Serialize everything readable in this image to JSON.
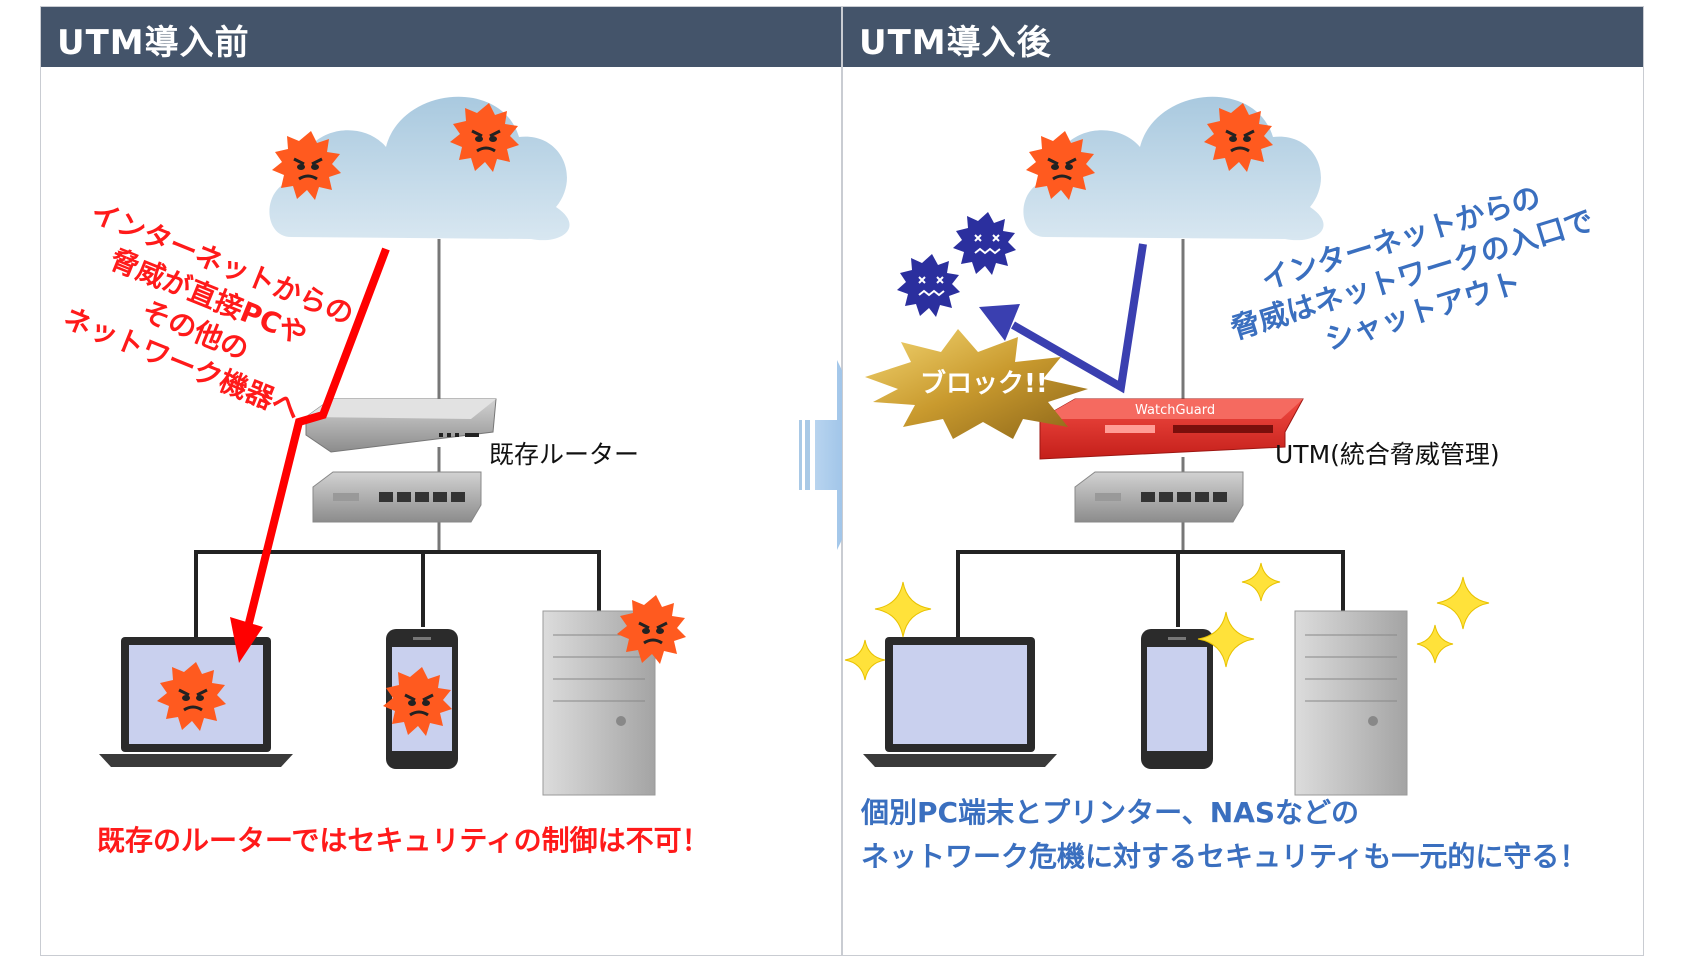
{
  "panels": {
    "before": {
      "title": "UTM導入前"
    },
    "after": {
      "title": "UTM導入後"
    }
  },
  "labels": {
    "router": "既存ルーター",
    "utm": "UTM(統合脅威管理)",
    "block": "ブロック!!"
  },
  "annotations": {
    "threat_direct_lines": [
      "インターネットからの",
      "脅威が直接PCや",
      "その他の",
      "ネットワーク機器へ"
    ],
    "shutout_lines": [
      "インターネットからの",
      "脅威はネットワークの入口で",
      "シャットアウト"
    ]
  },
  "captions": {
    "before": "既存のルーターではセキュリティの制御は不可！",
    "after_lines": [
      "個別PC端末とプリンター、NASなどの",
      "ネットワーク危機に対するセキュリティも一元的に守る！"
    ]
  },
  "colors": {
    "header": "#44546a",
    "threat_arrow": "#ff0000",
    "block_arrow": "#3a3fb0",
    "virus": "#ff5a1f",
    "blocked_virus": "#2b2f9e",
    "cloud": "#b8d4e6",
    "utm_device": "#e8342e",
    "sparkle": "#ffe23a"
  }
}
